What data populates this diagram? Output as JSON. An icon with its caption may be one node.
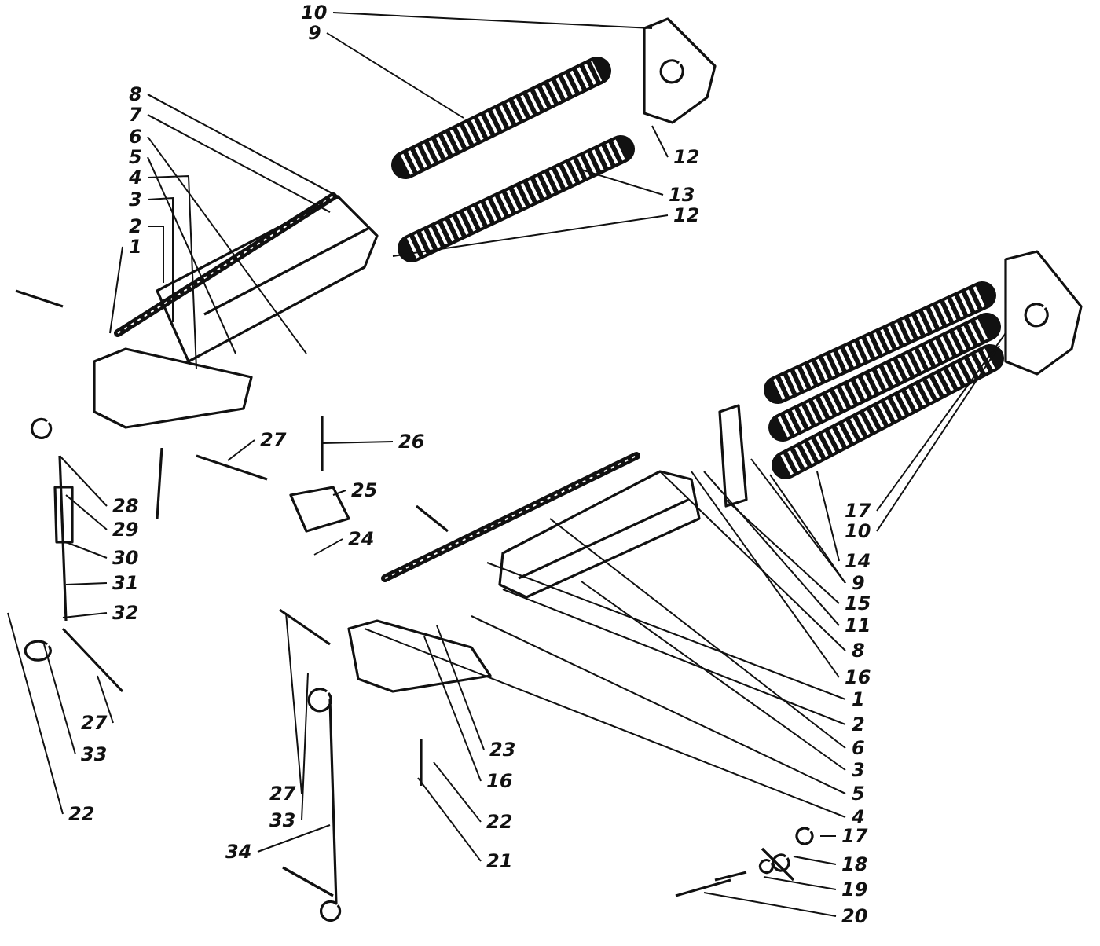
{
  "diagram": {
    "nodes": [
      {
        "text": [
          "10"
        ]
      },
      {
        "text": [
          "9"
        ]
      },
      {
        "text": [
          "8"
        ]
      },
      {
        "text": [
          "7"
        ]
      },
      {
        "text": [
          "6"
        ]
      },
      {
        "text": [
          "5"
        ]
      },
      {
        "text": [
          "4"
        ]
      },
      {
        "text": [
          "3"
        ]
      },
      {
        "text": [
          "12"
        ]
      },
      {
        "text": [
          "13"
        ]
      },
      {
        "text": [
          "12"
        ]
      },
      {
        "text": [
          "2"
        ]
      },
      {
        "text": [
          "1"
        ]
      },
      {
        "text": [
          "27"
        ]
      },
      {
        "text": [
          "26"
        ]
      },
      {
        "text": [
          "25"
        ]
      },
      {
        "text": [
          "28"
        ]
      },
      {
        "text": [
          "17"
        ]
      },
      {
        "text": [
          "10"
        ]
      },
      {
        "text": [
          "24"
        ]
      },
      {
        "text": [
          "29"
        ]
      },
      {
        "text": [
          "30"
        ]
      },
      {
        "text": [
          "14"
        ]
      },
      {
        "text": [
          "9"
        ]
      },
      {
        "text": [
          "31"
        ]
      },
      {
        "text": [
          "15"
        ]
      },
      {
        "text": [
          "32"
        ]
      },
      {
        "text": [
          "11"
        ]
      },
      {
        "text": [
          "8"
        ]
      },
      {
        "text": [
          "16"
        ]
      },
      {
        "text": [
          "1"
        ]
      },
      {
        "text": [
          "27"
        ]
      },
      {
        "text": [
          "2"
        ]
      },
      {
        "text": [
          "23"
        ]
      },
      {
        "text": [
          "6"
        ]
      },
      {
        "text": [
          "33"
        ]
      },
      {
        "text": [
          "3"
        ]
      },
      {
        "text": [
          "16"
        ]
      },
      {
        "text": [
          "27"
        ]
      },
      {
        "text": [
          "5"
        ]
      },
      {
        "text": [
          "22"
        ]
      },
      {
        "text": [
          "4"
        ]
      },
      {
        "text": [
          "33"
        ]
      },
      {
        "text": [
          "22"
        ]
      },
      {
        "text": [
          "17"
        ]
      },
      {
        "text": [
          "34"
        ]
      },
      {
        "text": [
          "21"
        ]
      },
      {
        "text": [
          "18"
        ]
      },
      {
        "text": [
          "19"
        ]
      },
      {
        "text": [
          "20"
        ]
      }
    ],
    "edges": [
      {
        "from": 0,
        "to": null,
        "arrow": "none"
      },
      {
        "from": 1,
        "to": null,
        "arrow": "none"
      },
      {
        "from": 2,
        "to": null,
        "arrow": "none"
      },
      {
        "from": 3,
        "to": null,
        "arrow": "none"
      },
      {
        "from": 4,
        "to": null,
        "arrow": "none"
      },
      {
        "from": 5,
        "to": null,
        "arrow": "none"
      },
      {
        "from": 6,
        "to": null,
        "arrow": "none"
      },
      {
        "from": 7,
        "to": null,
        "arrow": "none"
      },
      {
        "from": 8,
        "to": null,
        "arrow": "none"
      },
      {
        "from": 9,
        "to": null,
        "arrow": "none"
      },
      {
        "from": 10,
        "to": null,
        "arrow": "none"
      },
      {
        "from": 11,
        "to": null,
        "arrow": "none"
      },
      {
        "from": 12,
        "to": null,
        "arrow": "none"
      },
      {
        "from": 13,
        "to": null,
        "arrow": "none"
      },
      {
        "from": 14,
        "to": null,
        "arrow": "none"
      },
      {
        "from": 15,
        "to": null,
        "arrow": "none"
      },
      {
        "from": 16,
        "to": null,
        "arrow": "none"
      },
      {
        "from": 17,
        "to": null,
        "arrow": "none"
      },
      {
        "from": 18,
        "to": null,
        "arrow": "none"
      },
      {
        "from": 19,
        "to": null,
        "arrow": "none"
      },
      {
        "from": 20,
        "to": null,
        "arrow": "none"
      },
      {
        "from": 21,
        "to": null,
        "arrow": "none"
      },
      {
        "from": 22,
        "to": null,
        "arrow": "none"
      },
      {
        "from": 23,
        "to": null,
        "arrow": "none"
      },
      {
        "from": 24,
        "to": null,
        "arrow": "none"
      },
      {
        "from": 25,
        "to": null,
        "arrow": "none"
      },
      {
        "from": 26,
        "to": null,
        "arrow": "none"
      },
      {
        "from": 27,
        "to": null,
        "arrow": "none"
      },
      {
        "from": 28,
        "to": null,
        "arrow": "none"
      },
      {
        "from": 29,
        "to": null,
        "arrow": "none"
      },
      {
        "from": 30,
        "to": null,
        "arrow": "none"
      },
      {
        "from": 31,
        "to": null,
        "arrow": "none"
      },
      {
        "from": 32,
        "to": null,
        "arrow": "none"
      },
      {
        "from": 33,
        "to": null,
        "arrow": "none"
      },
      {
        "from": 34,
        "to": null,
        "arrow": "none"
      },
      {
        "from": 35,
        "to": null,
        "arrow": "none"
      },
      {
        "from": 36,
        "to": null,
        "arrow": "none"
      },
      {
        "from": 37,
        "to": null,
        "arrow": "none"
      },
      {
        "from": 38,
        "to": null,
        "arrow": "none"
      },
      {
        "from": 39,
        "to": null,
        "arrow": "none"
      },
      {
        "from": 40,
        "to": null,
        "arrow": "none"
      },
      {
        "from": 41,
        "to": null,
        "arrow": "none"
      },
      {
        "from": 42,
        "to": null,
        "arrow": "none"
      },
      {
        "from": 43,
        "to": null,
        "arrow": "none"
      },
      {
        "from": 44,
        "to": null,
        "arrow": "none"
      },
      {
        "from": 45,
        "to": null,
        "arrow": "none"
      },
      {
        "from": 46,
        "to": null,
        "arrow": "none"
      },
      {
        "from": 47,
        "to": null,
        "arrow": "none"
      },
      {
        "from": 48,
        "to": null,
        "arrow": "none"
      },
      {
        "from": 49,
        "to": null,
        "arrow": "none"
      },
      {
        "from": 23,
        "to": null,
        "arrow": "none"
      }
    ]
  }
}
